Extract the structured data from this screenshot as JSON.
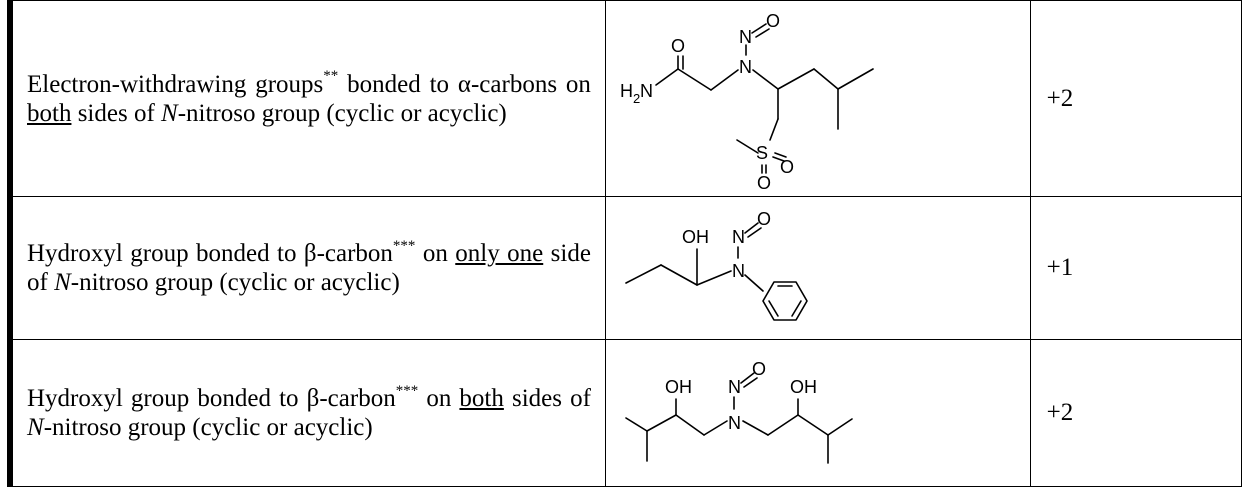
{
  "rows": [
    {
      "desc": {
        "part1": "Electron-withdrawing groups",
        "sup": "**",
        "part2": " bonded to α-carbons on ",
        "underlined": "both",
        "part3": " sides of ",
        "italic": "N",
        "part4": "-nitroso group (cyclic or acyclic)"
      },
      "atoms": {
        "h2n": "H",
        "h2n_sub": "2",
        "h2n_n": "N",
        "o_carbonyl": "O",
        "n_amine": "N",
        "n_nitroso": "N",
        "o_nitroso": "O",
        "s": "S",
        "o_s1": "O",
        "o_s2": "O"
      },
      "score": "+2"
    },
    {
      "desc": {
        "part1": "Hydroxyl group bonded to β-carbon",
        "sup": "***",
        "part2": " on ",
        "underlined": "only one",
        "part3": " side of ",
        "italic": "N",
        "part4": "-nitroso group (cyclic or acyclic)"
      },
      "atoms": {
        "oh": "OH",
        "n_amine": "N",
        "n_nitroso": "N",
        "o_nitroso": "O"
      },
      "score": "+1"
    },
    {
      "desc": {
        "part1": "Hydroxyl group bonded to β-carbon",
        "sup": "***",
        "part2": " on ",
        "underlined": "both",
        "part3": " sides of ",
        "italic": "N",
        "part4": "-nitroso group (cyclic or acyclic)"
      },
      "atoms": {
        "oh_left": "OH",
        "oh_right": "OH",
        "n_amine": "N",
        "n_nitroso": "N",
        "o_nitroso": "O"
      },
      "score": "+2"
    }
  ]
}
